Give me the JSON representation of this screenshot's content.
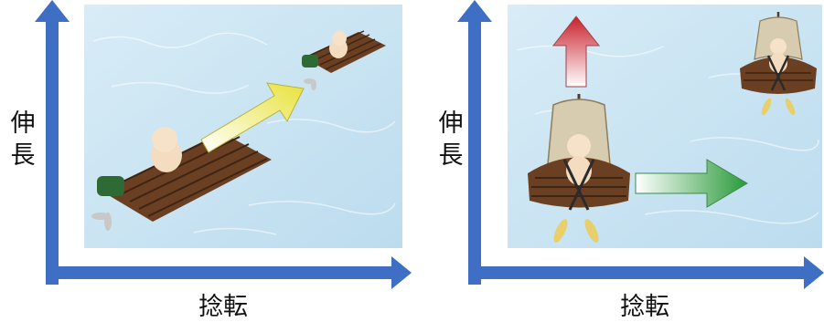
{
  "left_panel": {
    "y_axis_label": "伸長",
    "x_axis_label": "捻転",
    "arrow_colors": {
      "diagonal": "#e8e23a"
    }
  },
  "right_panel": {
    "y_axis_label": "伸長",
    "x_axis_label": "捻転",
    "arrow_colors": {
      "up": "#c8202a",
      "right": "#2a9a3a"
    }
  },
  "colors": {
    "axis": "#3e6fc4",
    "water": "#cfe6f3",
    "raft_wood": "#6b3f22",
    "sail": "#d7cbb0"
  }
}
